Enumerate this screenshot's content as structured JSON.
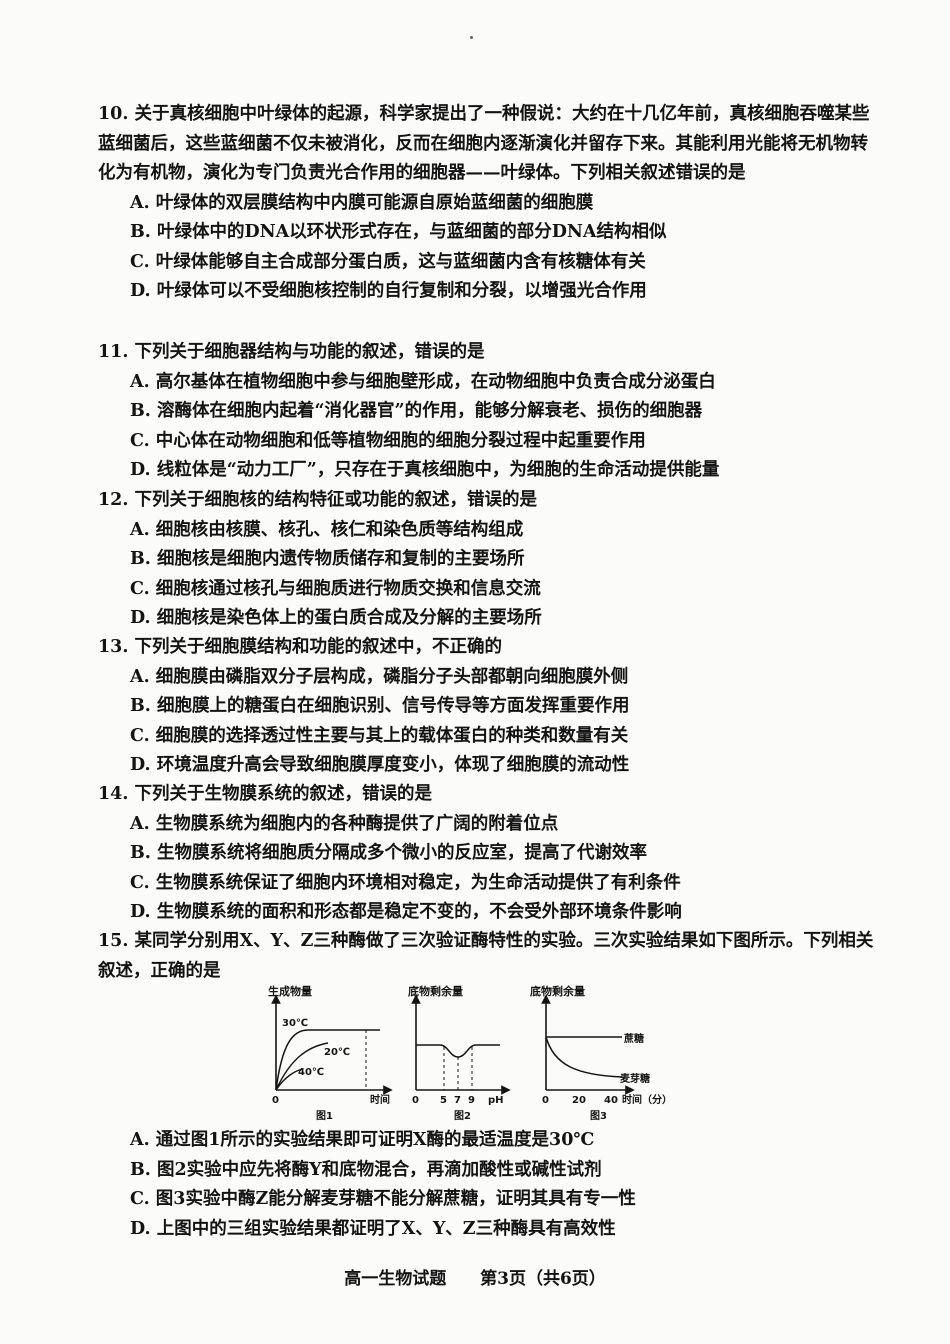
{
  "questions": [
    {
      "stem": "10. 关于真核细胞中叶绿体的起源，科学家提出了一种假说：大约在十几亿年前，真核细胞吞噬某些蓝细菌后，这些蓝细菌不仅未被消化，反而在细胞内逐渐演化并留存下来。其能利用光能将无机物转化为有机物，演化为专门负责光合作用的细胞器——叶绿体。下列相关叙述错误的是",
      "options": [
        "A. 叶绿体的双层膜结构中内膜可能源自原始蓝细菌的细胞膜",
        "B. 叶绿体中的DNA以环状形式存在，与蓝细菌的部分DNA结构相似",
        "C. 叶绿体能够自主合成部分蛋白质，这与蓝细菌内含有核糖体有关",
        "D. 叶绿体可以不受细胞核控制的自行复制和分裂，以增强光合作用"
      ]
    },
    {
      "stem": "11. 下列关于细胞器结构与功能的叙述，错误的是",
      "options": [
        "A. 高尔基体在植物细胞中参与细胞壁形成，在动物细胞中负责合成分泌蛋白",
        "B. 溶酶体在细胞内起着“消化器官”的作用，能够分解衰老、损伤的细胞器",
        "C. 中心体在动物细胞和低等植物细胞的细胞分裂过程中起重要作用",
        "D. 线粒体是“动力工厂”，只存在于真核细胞中，为细胞的生命活动提供能量"
      ]
    },
    {
      "stem": "12. 下列关于细胞核的结构特征或功能的叙述，错误的是",
      "options": [
        "A. 细胞核由核膜、核孔、核仁和染色质等结构组成",
        "B. 细胞核是细胞内遗传物质储存和复制的主要场所",
        "C. 细胞核通过核孔与细胞质进行物质交换和信息交流",
        "D. 细胞核是染色体上的蛋白质合成及分解的主要场所"
      ]
    },
    {
      "stem": "13. 下列关于细胞膜结构和功能的叙述中，不正确的",
      "options": [
        "A. 细胞膜由磷脂双分子层构成，磷脂分子头部都朝向细胞膜外侧",
        "B. 细胞膜上的糖蛋白在细胞识别、信号传导等方面发挥重要作用",
        "C. 细胞膜的选择透过性主要与其上的载体蛋白的种类和数量有关",
        "D. 环境温度升高会导致细胞膜厚度变小，体现了细胞膜的流动性"
      ]
    },
    {
      "stem": "14. 下列关于生物膜系统的叙述，错误的是",
      "options": [
        "A. 生物膜系统为细胞内的各种酶提供了广阔的附着位点",
        "B. 生物膜系统将细胞质分隔成多个微小的反应室，提高了代谢效率",
        "C. 生物膜系统保证了细胞内环境相对稳定，为生命活动提供了有利条件",
        "D. 生物膜系统的面积和形态都是稳定不变的，不会受外部环境条件影响"
      ]
    },
    {
      "stem": "15. 某同学分别用X、Y、Z三种酶做了三次验证酶特性的实验。三次实验结果如下图所示。下列相关叙述，正确的是",
      "options": [
        "A. 通过图1所示的实验结果即可证明X酶的最适温度是30℃",
        "B. 图2实验中应先将酶Y和底物混合，再滴加酸性或碱性试剂",
        "C. 图3实验中酶Z能分解麦芽糖不能分解蔗糖，证明其具有专一性",
        "D. 上图中的三组实验结果都证明了X、Y、Z三种酶具有高效性"
      ]
    }
  ],
  "figures": {
    "fig1": {
      "ylabel": "生成物量",
      "xlabel": "时间",
      "origin": "0",
      "caption": "图1",
      "curves": [
        "30℃",
        "20℃",
        "40℃"
      ]
    },
    "fig2": {
      "ylabel": "底物剩余量",
      "xlabel": "pH",
      "origin": "0",
      "ticks": [
        "5",
        "7",
        "9"
      ],
      "caption": "图2"
    },
    "fig3": {
      "ylabel": "底物剩余量",
      "xlabel": "时间（分）",
      "origin": "0",
      "ticks": [
        "20",
        "40"
      ],
      "caption": "图3",
      "curves": [
        "蔗糖",
        "麦芽糖"
      ]
    }
  },
  "footer": {
    "title": "高一生物试题",
    "page": "第3页（共6页）"
  }
}
